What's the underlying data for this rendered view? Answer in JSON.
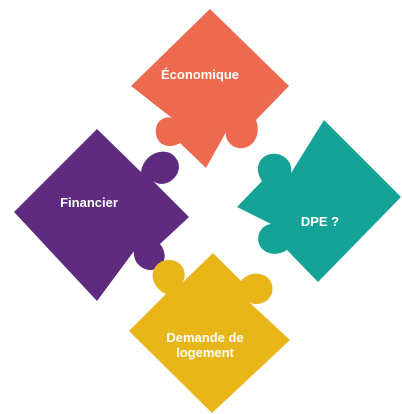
{
  "pieces": {
    "top": {
      "label": "Économique",
      "color": "#ec6a4f"
    },
    "left": {
      "label": "Financier",
      "color": "#5e2b7e"
    },
    "right": {
      "label": "DPE ?",
      "color": "#14a396"
    },
    "bottom": {
      "label": "Demande de logement",
      "color": "#e9b61a"
    }
  }
}
